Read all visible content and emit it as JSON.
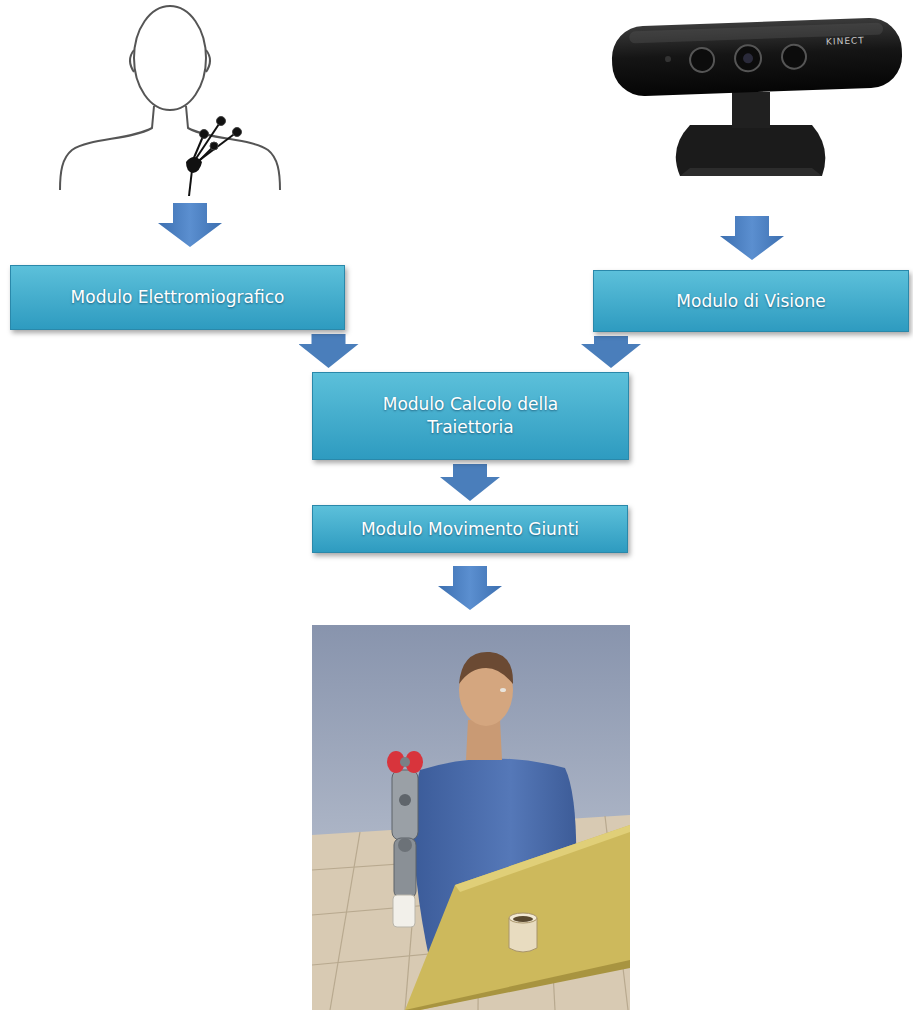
{
  "diagram": {
    "nodes": [
      {
        "text": [
          "Modulo Elettromiografico"
        ]
      },
      {
        "text": [
          "Modulo di Visione"
        ]
      },
      {
        "text": [
          "Modulo Calcolo della Traiettoria"
        ]
      },
      {
        "text": [
          "Modulo Movimento Giunti"
        ]
      }
    ],
    "edges": [
      {
        "from": 0,
        "to": 2,
        "arrow": "to"
      },
      {
        "from": 1,
        "to": 2,
        "arrow": "to"
      },
      {
        "from": 2,
        "to": 3,
        "arrow": "to"
      }
    ],
    "labels": [
      "KINECT"
    ]
  }
}
